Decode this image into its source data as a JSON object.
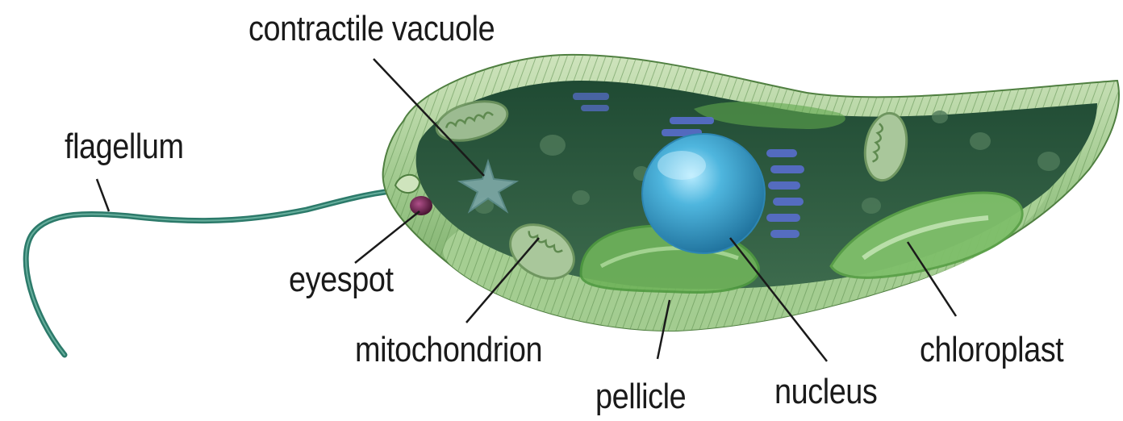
{
  "labels": {
    "contractile_vacuole": "contractile vacuole",
    "flagellum": "flagellum",
    "eyespot": "eyespot",
    "mitochondrion": "mitochondrion",
    "pellicle": "pellicle",
    "nucleus": "nucleus",
    "chloroplast": "chloroplast"
  },
  "colors": {
    "pellicle": "#9cc78a",
    "cytoplasm": "#2f5a3f",
    "nucleus": "#3a9fc9",
    "chloroplast": "#7fbf6a",
    "mitochondrion": "#a9c79b",
    "eyespot": "#6b2a4a",
    "flagellum": "#2c7a6a",
    "golgi": "#5b6fd6"
  }
}
